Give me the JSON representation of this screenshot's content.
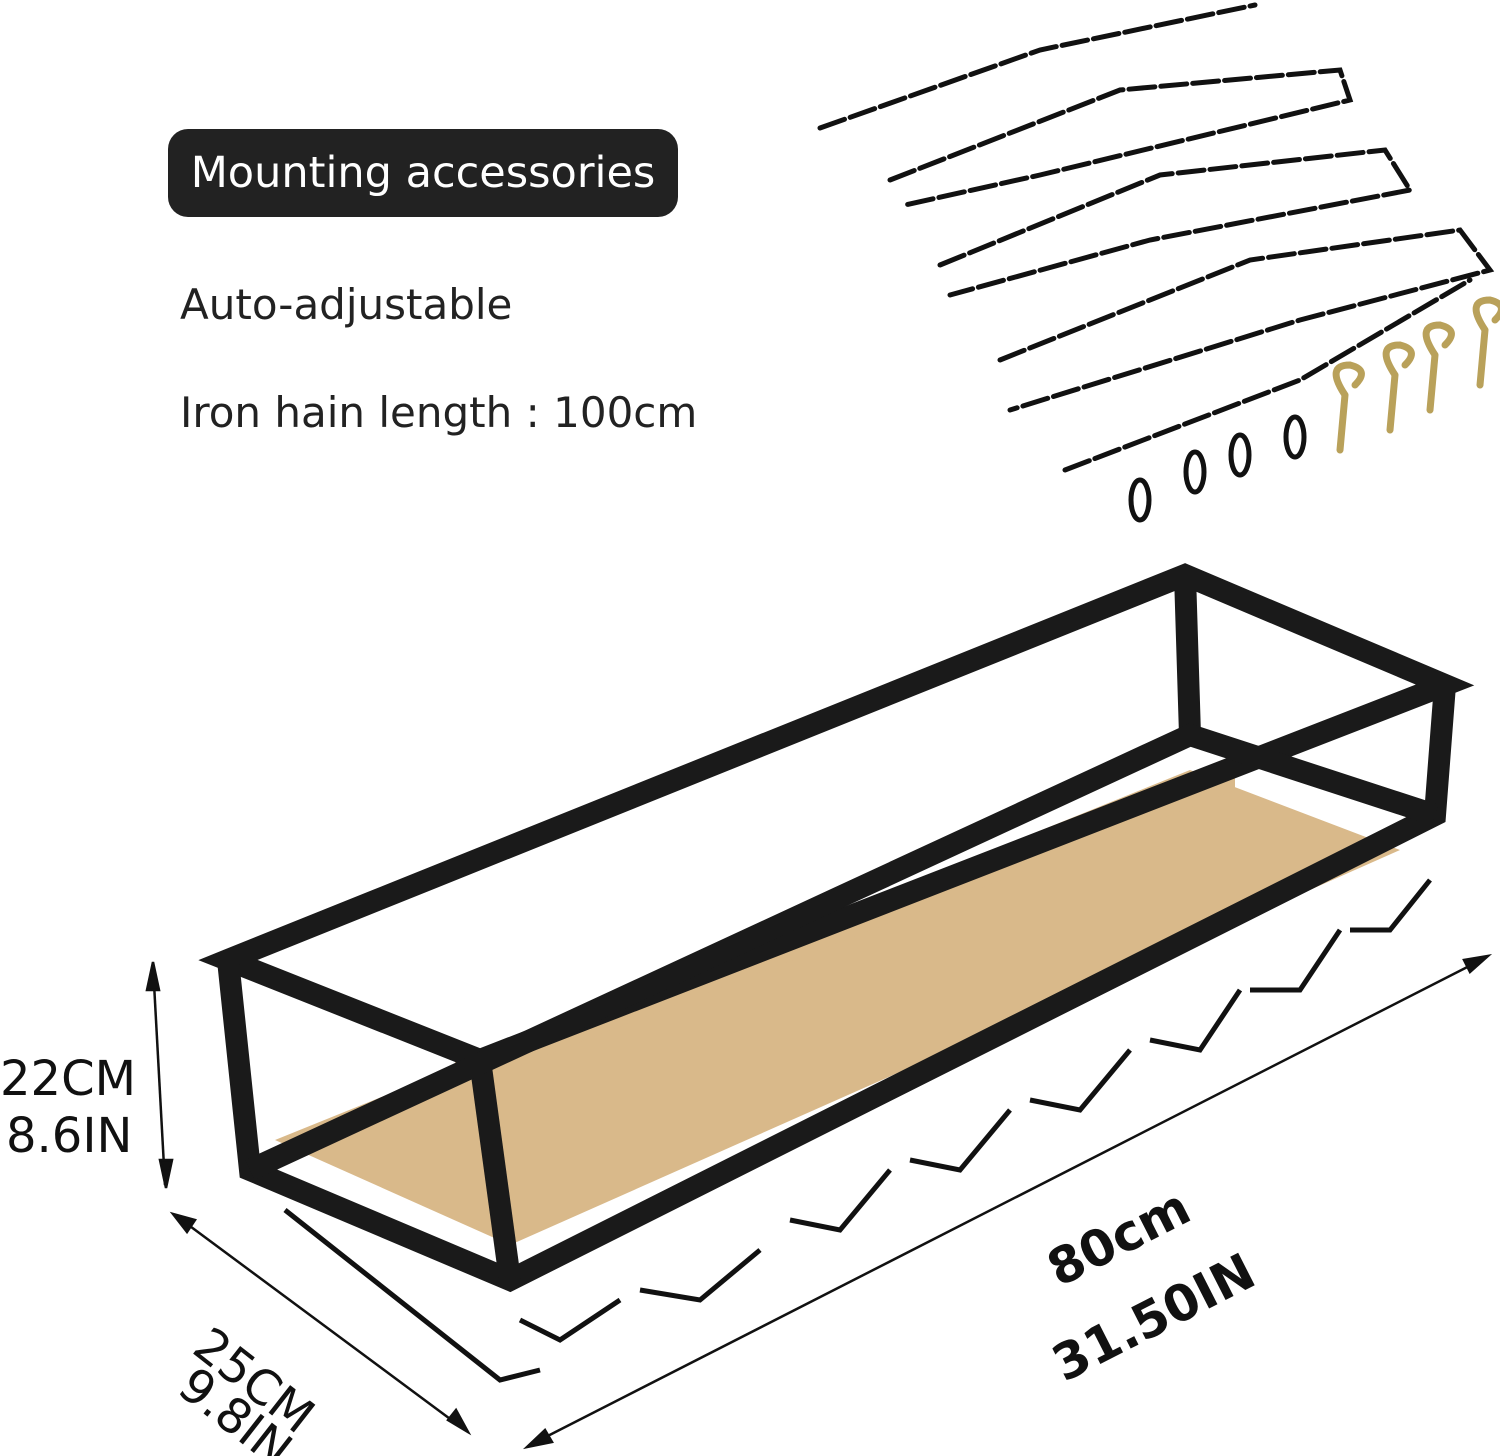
{
  "header": {
    "badge": "Mounting accessories"
  },
  "features": [
    "Auto-adjustable",
    "Iron hain length : 100cm"
  ],
  "dimensions": {
    "height_cm": "22CM",
    "height_in": "8.6IN",
    "depth_cm": "25CM",
    "depth_in": "9.8IN",
    "length_cm": "80cm",
    "length_in": "31.50IN"
  },
  "colors": {
    "frame": "#1a1a1a",
    "wood": "#d9b98a",
    "badge": "#222222",
    "hook": "#b9a15a"
  }
}
